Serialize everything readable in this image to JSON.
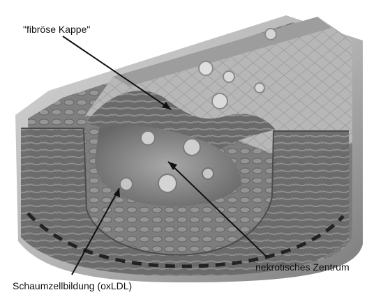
{
  "labels": {
    "fibrous_cap": "\"fibröse Kappe\"",
    "necrotic_core": "nekrotisches Zentrum",
    "foam_cell_formation": "Schaumzellbildung (oxLDL)"
  },
  "colors": {
    "background": "#ffffff",
    "tissue_dark": "#5a5a5a",
    "tissue_mid": "#8c8c8c",
    "tissue_light": "#c8c8c8",
    "line": "#111111"
  }
}
